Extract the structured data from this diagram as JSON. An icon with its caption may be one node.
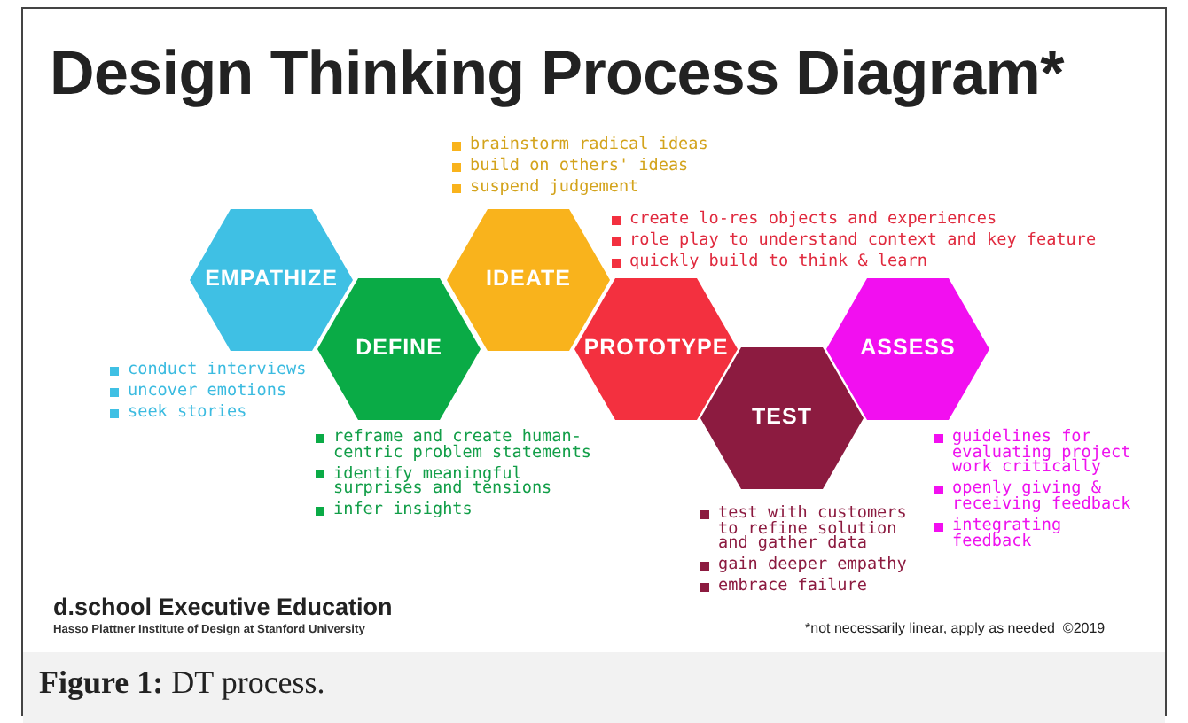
{
  "diagram": {
    "title": "Design Thinking Process Diagram*",
    "caption": "**Figure 1:** DT process.",
    "nodes": [
      {
        "text": [
          "EMPATHIZE"
        ],
        "beside": [
          "conduct interviews",
          "uncover emotions",
          "seek stories"
        ]
      },
      {
        "text": [
          "DEFINE"
        ],
        "beside": [
          "reframe and create human-centric problem statements",
          "identify meaningful surprises and tensions",
          "infer insights"
        ]
      },
      {
        "text": [
          "IDEATE"
        ],
        "beside": [
          "brainstorm radical ideas",
          "build on others' ideas",
          "suspend judgement"
        ]
      },
      {
        "text": [
          "PROTOTYPE"
        ],
        "beside": [
          "create lo-res objects and experiences",
          "role play to understand context and key feature",
          "quickly build to think & learn"
        ]
      },
      {
        "text": [
          "TEST"
        ],
        "beside": [
          "test with customers to refine solution and gather data",
          "gain deeper empathy",
          "embrace failure"
        ]
      },
      {
        "text": [
          "ASSESS"
        ],
        "beside": [
          "guidelines for evaluating project work critically",
          "openly giving & receiving feedback",
          "integrating feedback"
        ]
      }
    ],
    "edges": [],
    "labels": [
      "d.school Executive Education",
      "Hasso Plattner Institute of Design at Stanford University",
      "*not necessarily linear, apply as needed  ©2019"
    ]
  }
}
